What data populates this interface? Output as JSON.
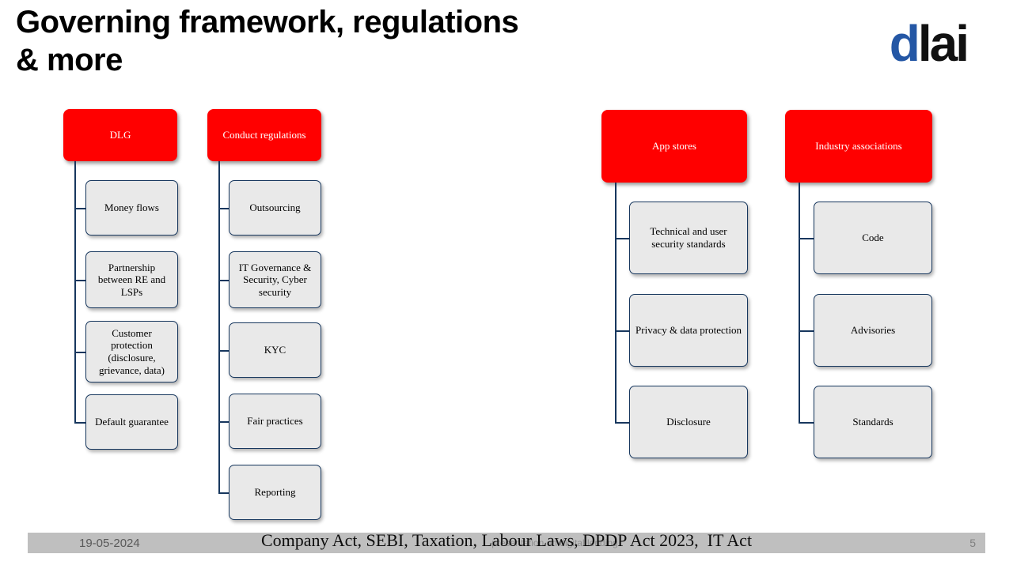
{
  "title": "Governing framework, regulations\n& more",
  "logo": {
    "blue_part": "d",
    "black_part": "lai"
  },
  "colors": {
    "accent_red": "#FF0000",
    "node_fill": "#E9E9E9",
    "node_border": "#17375E",
    "logo_blue": "#2457A5",
    "footer_bar": "#BFBFBF"
  },
  "diagram": {
    "columns": [
      {
        "root": "DLG",
        "children": [
          "Money flows",
          "Partnership between RE and LSPs",
          "Customer protection\n(disclosure, grievance, data)",
          "Default guarantee"
        ]
      },
      {
        "root": "Conduct regulations",
        "children": [
          "Outsourcing",
          "IT Governance & Security, Cyber security",
          "KYC",
          "Fair practices",
          "Reporting"
        ]
      },
      {
        "root": "App stores",
        "children": [
          "Technical and user security standards",
          "Privacy & data protection",
          "Disclosure"
        ]
      },
      {
        "root": "Industry associations",
        "children": [
          "Code",
          "Advisories",
          "Standards"
        ]
      }
    ]
  },
  "footer": {
    "date": "19-05-2024",
    "watermark": "presentation on digital lending",
    "note": "Company Act, SEBI, Taxation, Labour Laws, DPDP Act 2023,  IT Act",
    "page": "5"
  }
}
